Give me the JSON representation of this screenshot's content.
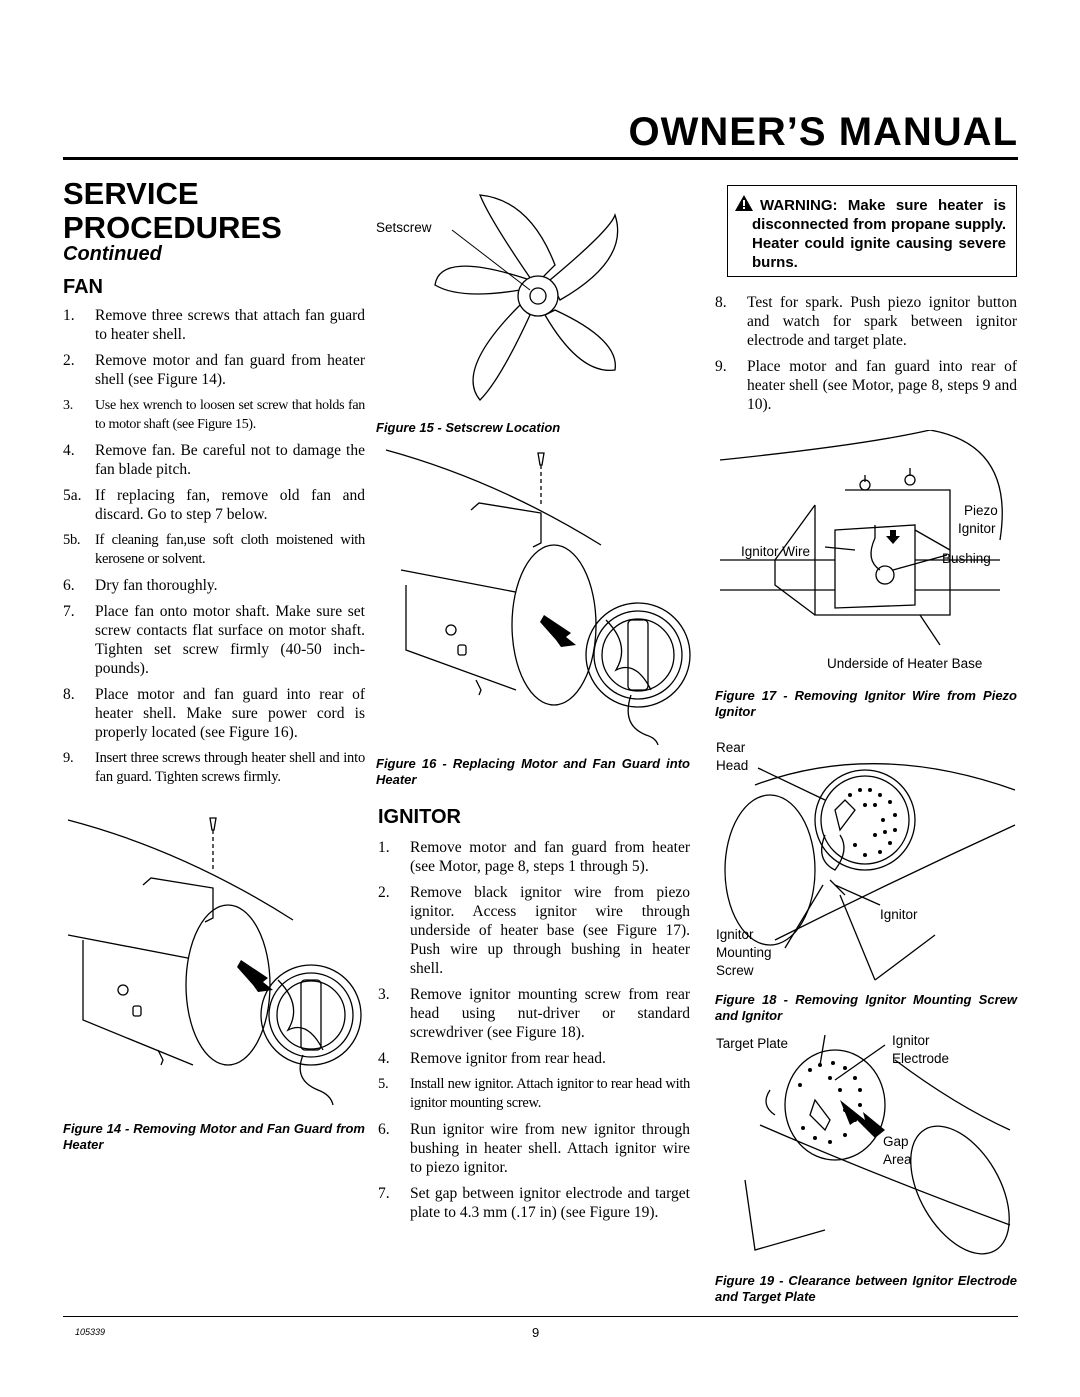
{
  "header": {
    "title": "OWNER’S MANUAL"
  },
  "section": {
    "title": "SERVICE PROCEDURES",
    "continued": "Continued"
  },
  "fan": {
    "heading": "FAN",
    "steps": [
      {
        "num": "1.",
        "text": "Remove three screws that attach fan guard to heater shell."
      },
      {
        "num": "2.",
        "text": "Remove motor and fan guard from heater shell (see Figure 14)."
      },
      {
        "num": "3.",
        "text": "Use hex wrench to loosen set screw that holds fan to motor shaft (see Figure 15)."
      },
      {
        "num": "4.",
        "text": "Remove fan. Be careful not to damage the fan blade pitch."
      },
      {
        "num": "5a.",
        "text": "If replacing fan, remove old fan and discard. Go to step 7 below."
      },
      {
        "num": "5b.",
        "text": "If cleaning fan,use soft cloth moistened with kerosene or solvent."
      },
      {
        "num": "6.",
        "text": "Dry fan thoroughly."
      },
      {
        "num": "7.",
        "text": "Place fan onto motor shaft. Make sure set screw contacts flat surface on motor shaft. Tighten set screw firmly (40-50 inch-pounds)."
      },
      {
        "num": "8.",
        "text": "Place motor and fan guard into rear of heater shell. Make sure power cord is properly located (see Figure 16)."
      },
      {
        "num": "9.",
        "text": "Insert three screws through heater shell and into fan guard. Tighten screws firmly."
      }
    ]
  },
  "ignitor": {
    "heading": "IGNITOR",
    "steps": [
      {
        "num": "1.",
        "text": "Remove motor and fan guard from heater (see Motor, page 8, steps 1 through 5)."
      },
      {
        "num": "2.",
        "text": "Remove black ignitor wire from piezo ignitor. Access ignitor wire through underside of heater base (see Figure 17). Push wire up through bushing in heater shell."
      },
      {
        "num": "3.",
        "text": "Remove ignitor mounting screw from rear head using nut-driver or standard screwdriver (see Figure 18)."
      },
      {
        "num": "4.",
        "text": "Remove ignitor from rear head."
      },
      {
        "num": "5.",
        "text": "Install new ignitor. Attach ignitor to rear head with ignitor mounting screw."
      },
      {
        "num": "6.",
        "text": "Run ignitor wire from new ignitor through bushing in heater shell. Attach ignitor wire to piezo ignitor."
      },
      {
        "num": "7.",
        "text": "Set gap between ignitor electrode and target plate to 4.3 mm (.17 in) (see Figure 19)."
      }
    ]
  },
  "warning": {
    "text": "WARNING: Make sure heater is disconnected from propane supply. Heater could ignite causing severe burns."
  },
  "right_steps": [
    {
      "num": "8.",
      "text": "Test for spark. Push piezo ignitor button and watch for spark between ignitor electrode and target plate."
    },
    {
      "num": "9.",
      "text": "Place motor and fan guard into rear of heater shell (see Motor, page 8, steps 9 and 10)."
    }
  ],
  "figures": {
    "fig14": {
      "caption": "Figure 14 - Removing Motor and Fan Guard from Heater"
    },
    "fig15": {
      "caption": "Figure 15 - Setscrew Location",
      "label_setscrew": "Setscrew"
    },
    "fig16": {
      "caption": "Figure 16 - Replacing Motor and Fan Guard into Heater"
    },
    "fig17": {
      "caption": "Figure 17 - Removing Ignitor Wire from Piezo Ignitor",
      "label_piezo": "Piezo",
      "label_ignitor": "Ignitor",
      "label_ignitor_wire": "Ignitor Wire",
      "label_bushing": "Bushing",
      "label_underside": "Underside of Heater Base"
    },
    "fig18": {
      "caption": "Figure 18 - Removing Ignitor Mounting Screw and Ignitor",
      "label_rear": "Rear",
      "label_head": "Head",
      "label_ignitor": "Ignitor",
      "label_mount1": "Ignitor",
      "label_mount2": "Mounting",
      "label_mount3": "Screw"
    },
    "fig19": {
      "caption": "Figure 19 - Clearance between Ignitor Electrode and Target Plate",
      "label_target": "Target Plate",
      "label_ign1": "Ignitor",
      "label_ign2": "Electrode",
      "label_gap1": "Gap",
      "label_gap2": "Area"
    }
  },
  "footer": {
    "code": "105339",
    "page": "9"
  }
}
